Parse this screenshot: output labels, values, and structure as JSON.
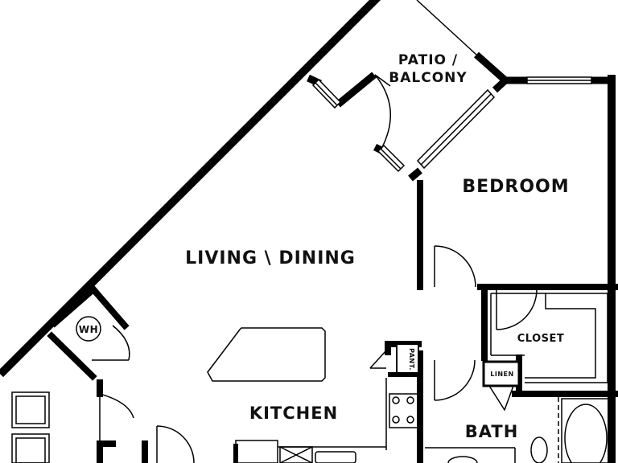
{
  "plan": {
    "rooms": {
      "patio_line1": "PATIO /",
      "patio_line2": "BALCONY",
      "bedroom": "BEDROOM",
      "living": "LIVING \\ DINING",
      "closet": "CLOSET",
      "linen": "LINEN",
      "pantry": "PANT.",
      "kitchen": "KITCHEN",
      "bath": "BATH",
      "water_heater": "WH"
    },
    "colors": {
      "wall": "#000000",
      "line": "#111111",
      "background": "#ffffff"
    }
  }
}
